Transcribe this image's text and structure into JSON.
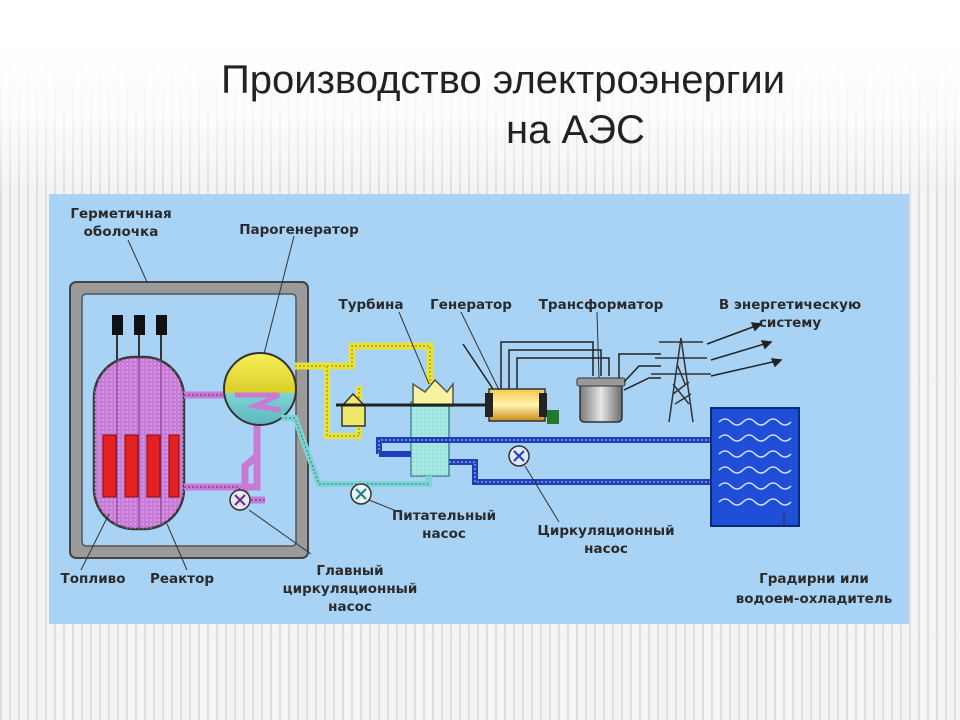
{
  "slide": {
    "title_line1": "Производство электроэнергии",
    "title_line2": "на АЭС"
  },
  "labels": {
    "containment_1": "Герметичная",
    "containment_2": "оболочка",
    "steam_generator": "Парогенератор",
    "turbine": "Турбина",
    "generator": "Генератор",
    "transformer": "Трансформатор",
    "grid_1": "В энергетическую",
    "grid_2": "систему",
    "fuel": "Топливо",
    "reactor": "Реактор",
    "main_pump_1": "Главный",
    "main_pump_2": "циркуляционный",
    "main_pump_3": "насос",
    "feed_pump_1": "Питательный",
    "feed_pump_2": "насос",
    "circ_pump_1": "Циркуляционный",
    "circ_pump_2": "насос",
    "cooler_1": "Градирни или",
    "cooler_2": "водоем-охладитель"
  },
  "colors": {
    "panel_background": "#a9d3f5",
    "reactor_vessel": "#c77ad6",
    "fuel_rods": "#e52020",
    "primary_loop": "#c77ad6",
    "steam_line": "#e8e23a",
    "secondary_loop": "#7fd3d3",
    "cooling_loop": "#1e3fb8",
    "cooling_pond": "#1e4fd6"
  }
}
